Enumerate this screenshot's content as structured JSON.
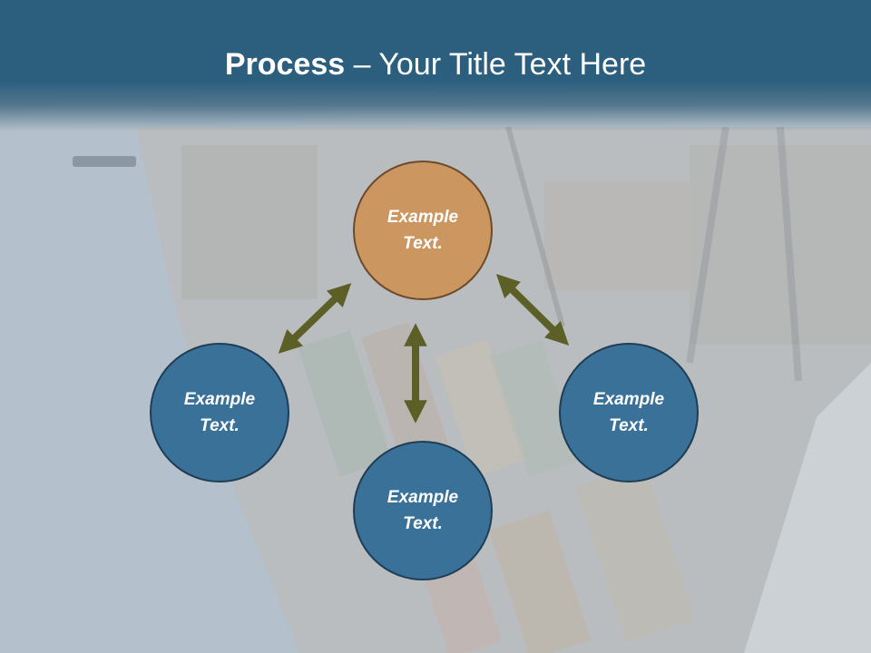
{
  "title": {
    "bold": "Process",
    "dash": " – ",
    "rest": "Your Title Text Here"
  },
  "nodes": {
    "top": "Example Text.",
    "left": "Example Text.",
    "right": "Example Text.",
    "bottom": "Example Text."
  },
  "colors": {
    "header": "#2c5e7e",
    "node_blue": "#3a7199",
    "node_orange": "#cc9660",
    "arrow": "#5c5f26"
  }
}
